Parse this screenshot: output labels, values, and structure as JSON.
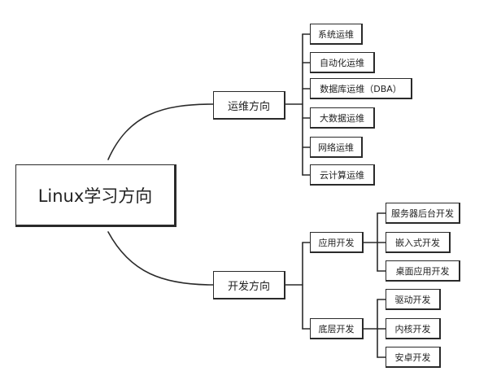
{
  "root": {
    "label": "Linux学习方向"
  },
  "branches": [
    {
      "label": "运维方向",
      "children": [
        {
          "label": "系统运维"
        },
        {
          "label": "自动化运维"
        },
        {
          "label": "数据库运维（DBA）"
        },
        {
          "label": "大数据运维"
        },
        {
          "label": "网络运维"
        },
        {
          "label": "云计算运维"
        }
      ]
    },
    {
      "label": "开发方向",
      "children": [
        {
          "label": "应用开发",
          "children": [
            {
              "label": "服务器后台开发"
            },
            {
              "label": "嵌入式开发"
            },
            {
              "label": "桌面应用开发"
            }
          ]
        },
        {
          "label": "底层开发",
          "children": [
            {
              "label": "驱动开发"
            },
            {
              "label": "内核开发"
            },
            {
              "label": "安卓开发"
            }
          ]
        }
      ]
    }
  ]
}
